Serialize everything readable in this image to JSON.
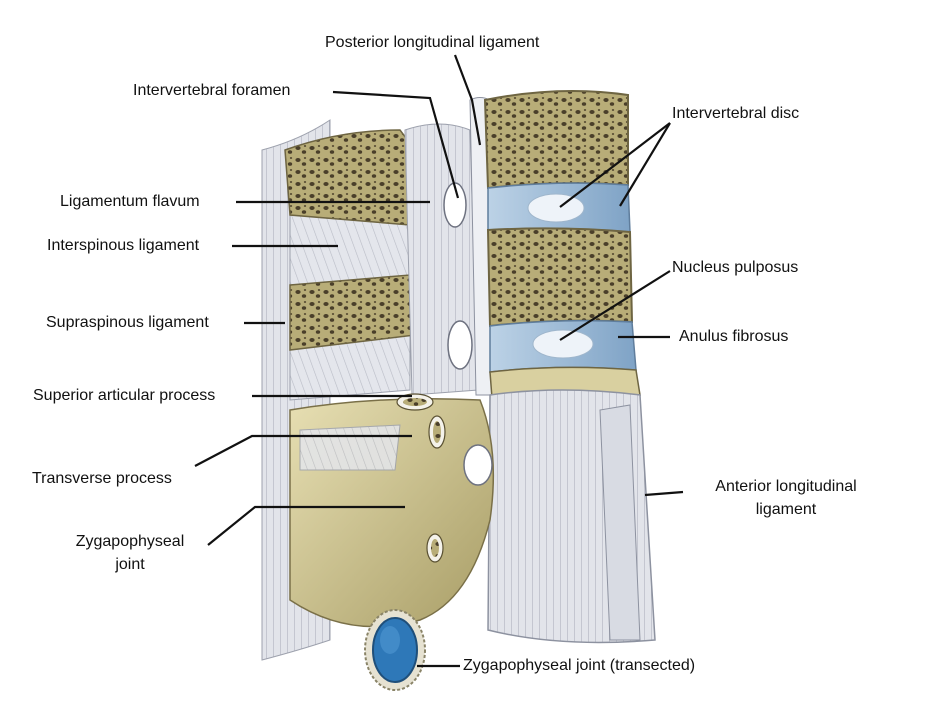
{
  "labels": {
    "posterior_longitudinal_ligament": "Posterior longitudinal ligament",
    "intervertebral_foramen": "Intervertebral foramen",
    "intervertebral_disc": "Intervertebral disc",
    "ligamentum_flavum": "Ligamentum flavum",
    "interspinous_ligament": "Interspinous ligament",
    "nucleus_pulposus": "Nucleus pulposus",
    "supraspinous_ligament": "Supraspinous ligament",
    "anulus_fibrosus": "Anulus fibrosus",
    "superior_articular_process": "Superior articular process",
    "transverse_process": "Transverse process",
    "anterior_longitudinal_ligament_line1": "Anterior longitudinal",
    "anterior_longitudinal_ligament_line2": "ligament",
    "zygapophyseal_joint_line1": "Zygapophyseal",
    "zygapophyseal_joint_line2": "joint",
    "zygapophyseal_joint_transected": "Zygapophyseal joint (transected)"
  },
  "colors": {
    "bone": "#d8ce9a",
    "bone_dark": "#9c9160",
    "ligament": "#e3e5ea",
    "disc_blue": "#a7c4dd",
    "nucleus": "#e8eef6",
    "joint_blue": "#2e78b8",
    "leader": "#111111"
  }
}
